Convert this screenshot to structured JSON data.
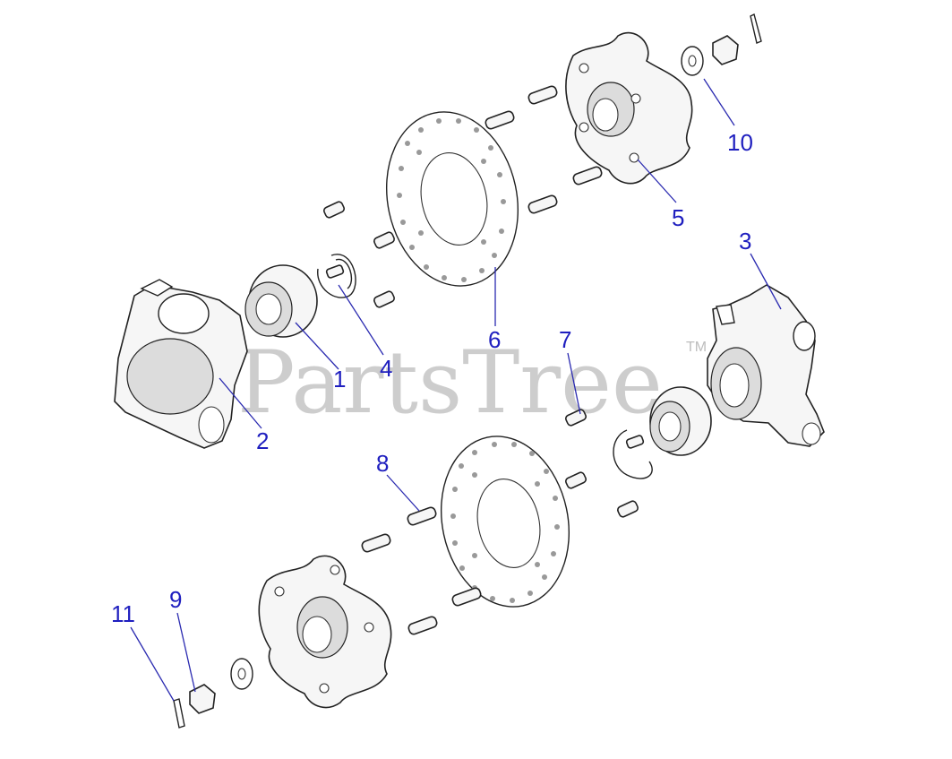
{
  "watermark": {
    "text": "PartsTree",
    "trademark": "TM"
  },
  "callouts": [
    {
      "id": "1",
      "label": "1"
    },
    {
      "id": "2",
      "label": "2"
    },
    {
      "id": "3",
      "label": "3"
    },
    {
      "id": "4",
      "label": "4"
    },
    {
      "id": "5",
      "label": "5"
    },
    {
      "id": "6",
      "label": "6"
    },
    {
      "id": "7",
      "label": "7"
    },
    {
      "id": "8",
      "label": "8"
    },
    {
      "id": "9",
      "label": "9"
    },
    {
      "id": "10",
      "label": "10"
    },
    {
      "id": "11",
      "label": "11"
    }
  ],
  "colors": {
    "callout": "#1f1fbf",
    "watermark": "#bdbdbd",
    "outline": "#222222"
  }
}
